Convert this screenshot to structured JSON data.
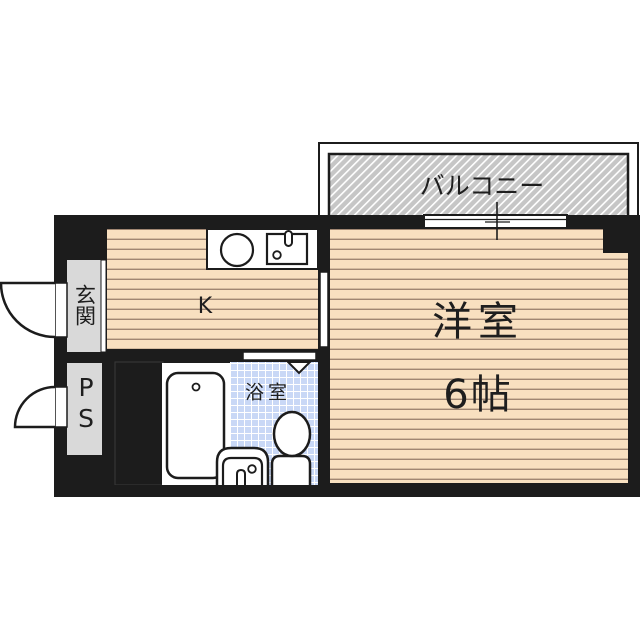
{
  "plan": {
    "rooms": {
      "balcony": {
        "name": "バルコニー"
      },
      "kitchen": {
        "name": "K"
      },
      "western_room": {
        "name": "洋室",
        "size": "6帖"
      },
      "bath": {
        "name": "浴室"
      },
      "entrance": {
        "name": "玄関"
      },
      "pipe_space": {
        "name": "PS"
      }
    },
    "fixtures": [
      "kitchen-counter",
      "stove",
      "kitchen-sink",
      "bathtub",
      "wash-basin",
      "toilet",
      "window",
      "entry-door",
      "ps-door",
      "bath-door",
      "kitchen-door"
    ],
    "colors": {
      "wall": "#1c1c1c",
      "floor": "#f8e0c0",
      "floor_line": "#a08672",
      "tile": "#c9d8f6",
      "tile_line": "#ffffff",
      "entrance": "#d9d9d9",
      "balcony_hatch": "#c6c6c6"
    }
  }
}
